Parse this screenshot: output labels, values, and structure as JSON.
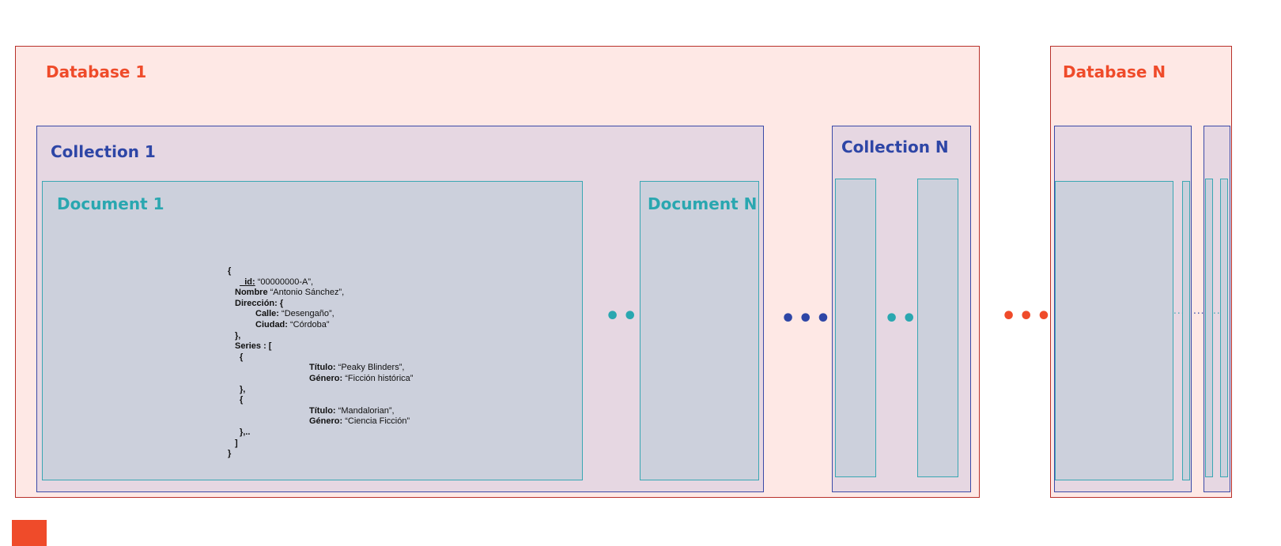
{
  "database_1": {
    "label": "Database 1",
    "collection_1": {
      "label": "Collection 1",
      "document_1": {
        "label": "Document 1",
        "json": {
          "open": "{",
          "id_key": "_id:",
          "id_val": " “00000000-A”,",
          "nombre_key": "Nombre",
          "nombre_val": " “Antonio Sánchez”,",
          "direccion_key": "Dirección: {",
          "calle_key": "Calle:",
          "calle_val": " “Desengaño”,",
          "ciudad_key": "Ciudad:",
          "ciudad_val": " “Córdoba”",
          "dir_close": "},",
          "series_key": "Series : [",
          "s1_open": "{",
          "titulo_key_1": "Título:",
          "titulo_val_1": " “Peaky Blinders”,",
          "genero_key_1": "Género:",
          "genero_val_1": " “Ficción histórica”",
          "s1_close": "},",
          "s2_open": "{",
          "titulo_key_2": "Título:",
          "titulo_val_2": " “Mandalorian”,",
          "genero_key_2": "Género:",
          "genero_val_2": " “Ciencia Ficción”",
          "s2_close": "},..",
          "arr_close": "]",
          "close": "}"
        }
      },
      "document_n": {
        "label": "Document N"
      },
      "ellipsis": "•••"
    },
    "collection_n": {
      "label": "Collection N",
      "ellipsis": "•••"
    },
    "between_collections_ellipsis": "•••"
  },
  "between_databases_ellipsis": "•••",
  "database_n": {
    "label": "Database N",
    "mini_ellipsis": "...."
  },
  "colors": {
    "database_fill": "#fee8e5",
    "database_border": "#b8302a",
    "database_label": "#ef4b2a",
    "collection_fill": "#e6d7e2",
    "collection_border": "#3b4aa8",
    "collection_label": "#2e46a6",
    "document_fill": "#ccd0dc",
    "document_border": "#39a7b3",
    "document_label": "#2aa7b0"
  }
}
